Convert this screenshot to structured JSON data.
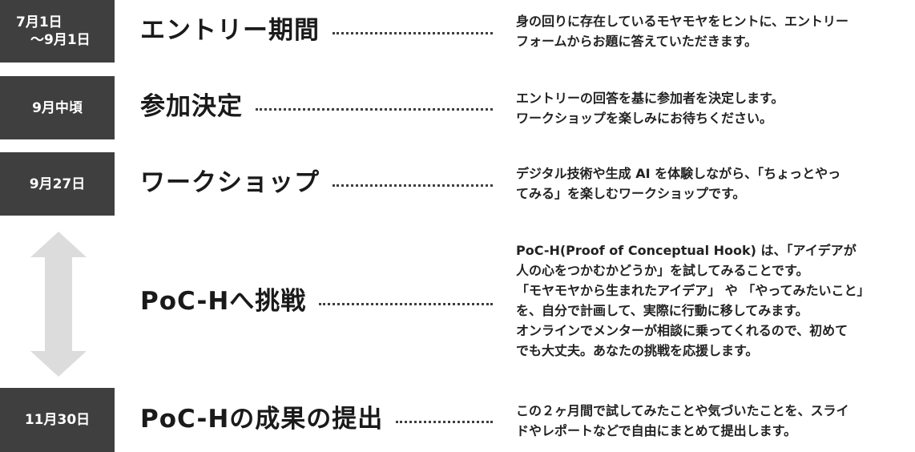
{
  "schedule": [
    {
      "date_lines": [
        "7月1日",
        "～9月1日"
      ],
      "title": "エントリー期間",
      "desc_lines": [
        "身の回りに存在しているモヤモヤをヒントに、エントリー",
        "フォームからお題に答えていただきます。"
      ]
    },
    {
      "date_lines": [
        "9月中頃"
      ],
      "title": "参加決定",
      "desc_lines": [
        "エントリーの回答を基に参加者を決定します。",
        "ワークショップを楽しみにお待ちください。"
      ]
    },
    {
      "date_lines": [
        "9月27日"
      ],
      "title": "ワークショップ",
      "desc_lines": [
        "デジタル技術や生成 AI を体験しながら、「ちょっとやっ",
        "てみる」を楽しむワークショップです。"
      ]
    },
    {
      "date_lines": [],
      "title": "PoC-Hへ挑戦",
      "desc_lines": [
        "PoC-H(Proof of Conceptual Hook) は、「アイデアが",
        "人の心をつかむかどうか」を試してみることです。",
        "「モヤモヤから生まれたアイデア」 や 「やってみたいこと」",
        "を、自分で計画して、実際に行動に移してみます。",
        "オンラインでメンターが相談に乗ってくれるので、初めて",
        "でも大丈夫。あなたの挑戦を応援します。"
      ]
    },
    {
      "date_lines": [
        "11月30日"
      ],
      "title": "PoC-Hの成果の提出",
      "desc_lines": [
        "この２ヶ月間で試してみたことや気づいたことを、スライ",
        "ドやレポートなどで自由にまとめて提出します。"
      ]
    }
  ],
  "colors": {
    "date_box": "#3f3f3f",
    "arrow": "#dcdcdc"
  },
  "icons": {
    "double_arrow": "double-arrow-vertical-icon"
  }
}
